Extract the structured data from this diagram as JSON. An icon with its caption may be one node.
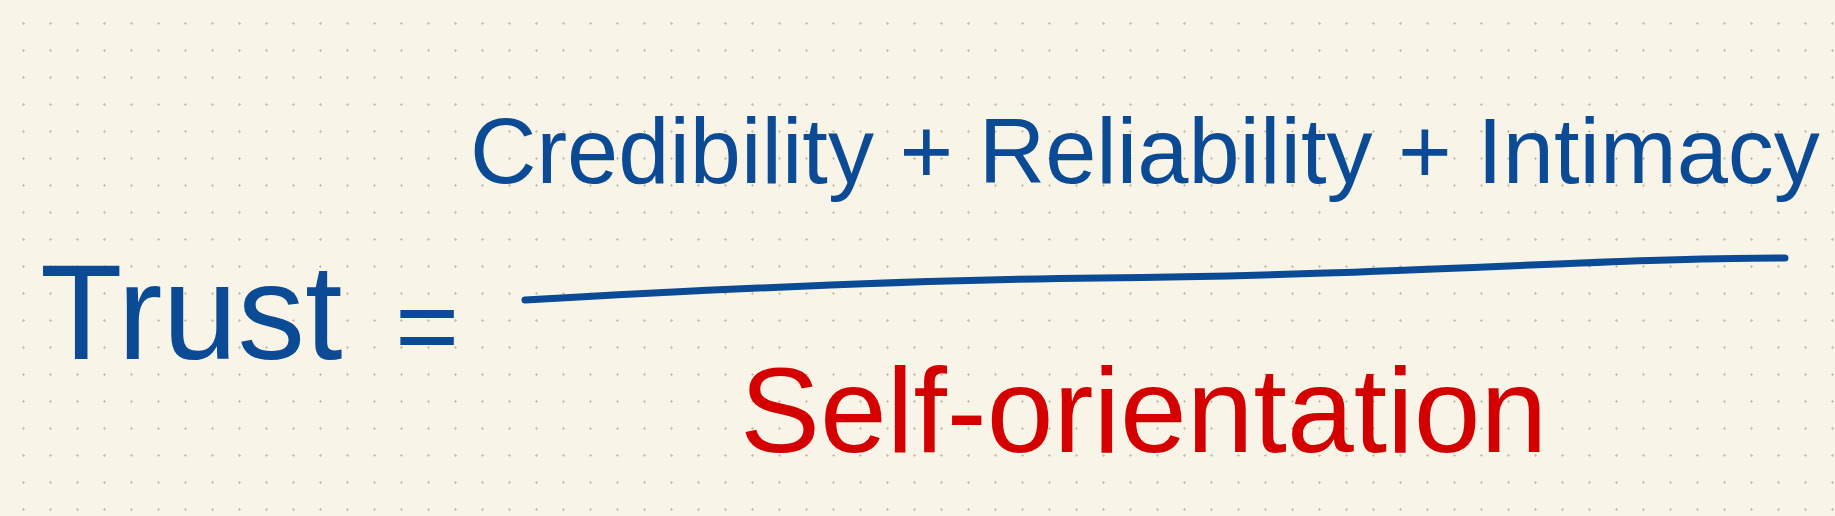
{
  "diagram": {
    "labels": [
      "Credibility + Reliability + Intimacy",
      "Trust",
      "=",
      "Self-orientation"
    ]
  }
}
